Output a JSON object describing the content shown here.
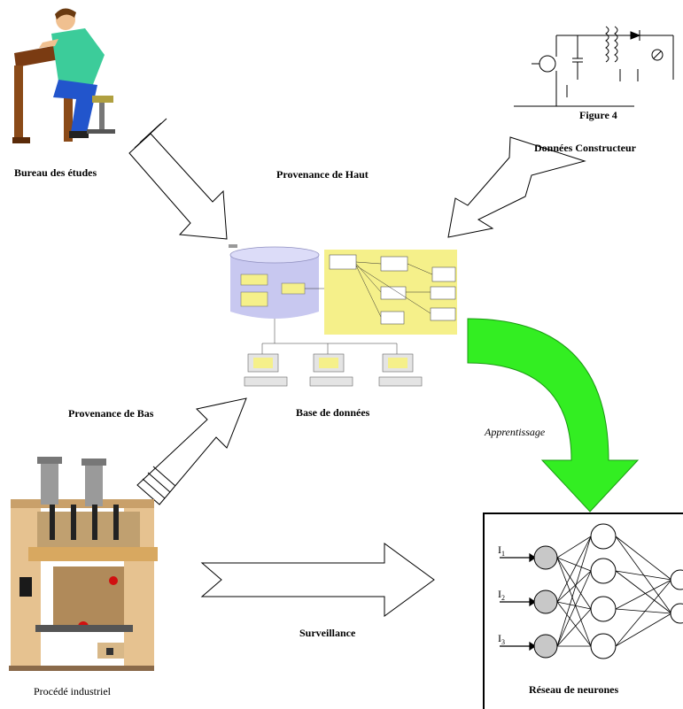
{
  "labels": {
    "bureau": "Bureau des études",
    "provenance_haut": "Provenance de Haut",
    "donnees_constructeur": "Données Constructeur",
    "provenance_bas": "Provenance de Bas",
    "base_donnees": "Base de données",
    "apprentissage": "Apprentissage",
    "procede": "Procédé industriel",
    "surveillance": "Surveillance",
    "reseau": "Réseau de neurones"
  },
  "schematic": {
    "figure_caption": "Figure 4"
  },
  "network": {
    "inputs": [
      {
        "label": "I",
        "sub": "1"
      },
      {
        "label": "I",
        "sub": "2"
      },
      {
        "label": "I",
        "sub": "3"
      }
    ]
  },
  "colors": {
    "learning_arrow": "#33ee22",
    "db_panel": "#f5f08a",
    "db_cylinder": "#c8c8f0",
    "input_neuron": "#c8c8c8"
  }
}
